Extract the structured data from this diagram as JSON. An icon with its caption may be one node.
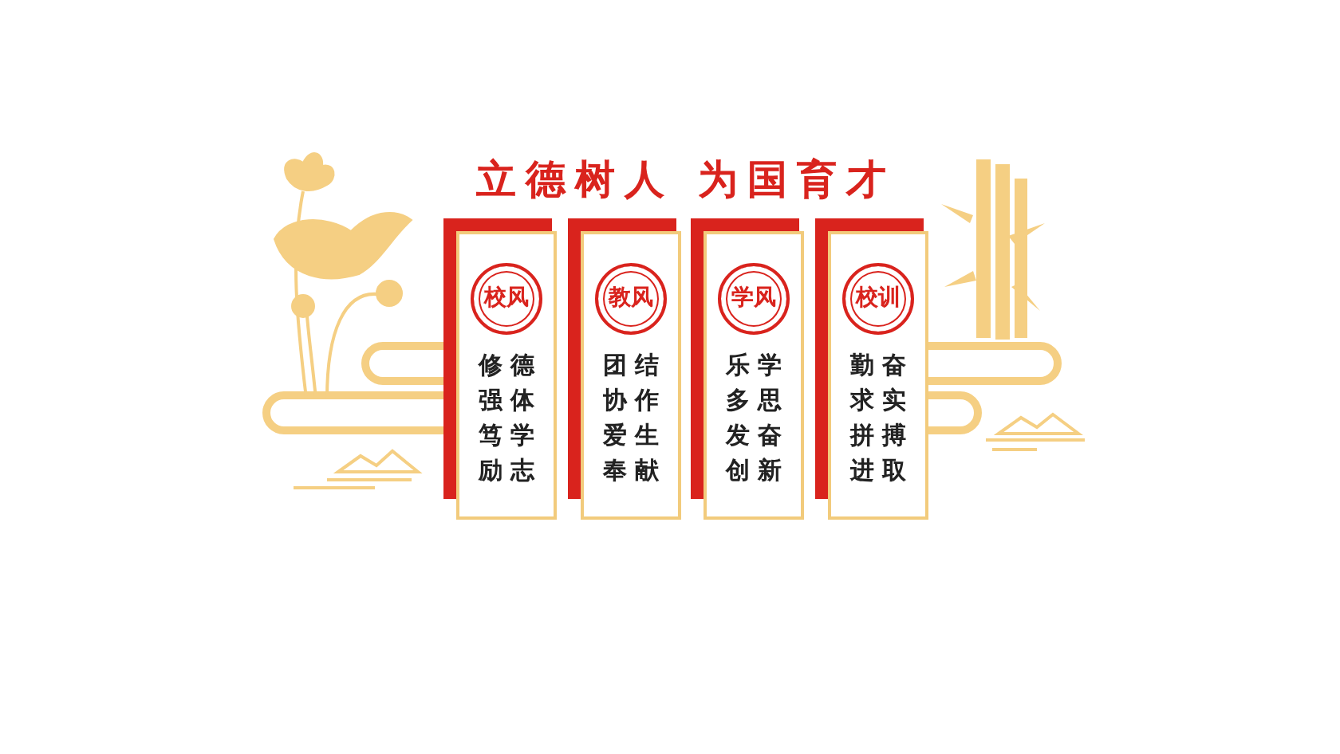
{
  "diagram": {
    "title": "立德树人 为国育才",
    "nodes": [
      {
        "text": [
          "校风",
          "修德",
          "强体",
          "笃学",
          "励志"
        ]
      },
      {
        "text": [
          "教风",
          "团结",
          "协作",
          "爱生",
          "奉献"
        ]
      },
      {
        "text": [
          "学风",
          "乐学",
          "多思",
          "发奋",
          "创新"
        ]
      },
      {
        "text": [
          "校训",
          "勤奋",
          "求实",
          "拼搏",
          "进取"
        ]
      }
    ]
  }
}
